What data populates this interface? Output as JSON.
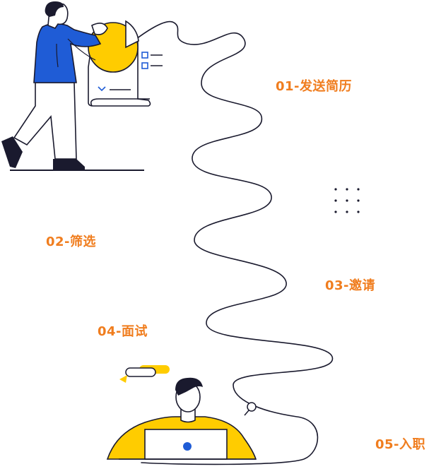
{
  "steps": [
    {
      "label": "01-发送简历"
    },
    {
      "label": "02-筛选"
    },
    {
      "label": "03-邀请"
    },
    {
      "label": "04-面试"
    },
    {
      "label": "05-入职"
    }
  ],
  "colors": {
    "label": "#f07d1e",
    "ink": "#1a1a2e",
    "blue": "#1f5cd6",
    "yellow": "#ffcc00",
    "white": "#ffffff"
  },
  "icons": [
    "person-with-pie-chart-illustration",
    "dot-grid-icon",
    "person-at-laptop-illustration",
    "pill-shapes-icon",
    "path-end-circle-icon"
  ]
}
